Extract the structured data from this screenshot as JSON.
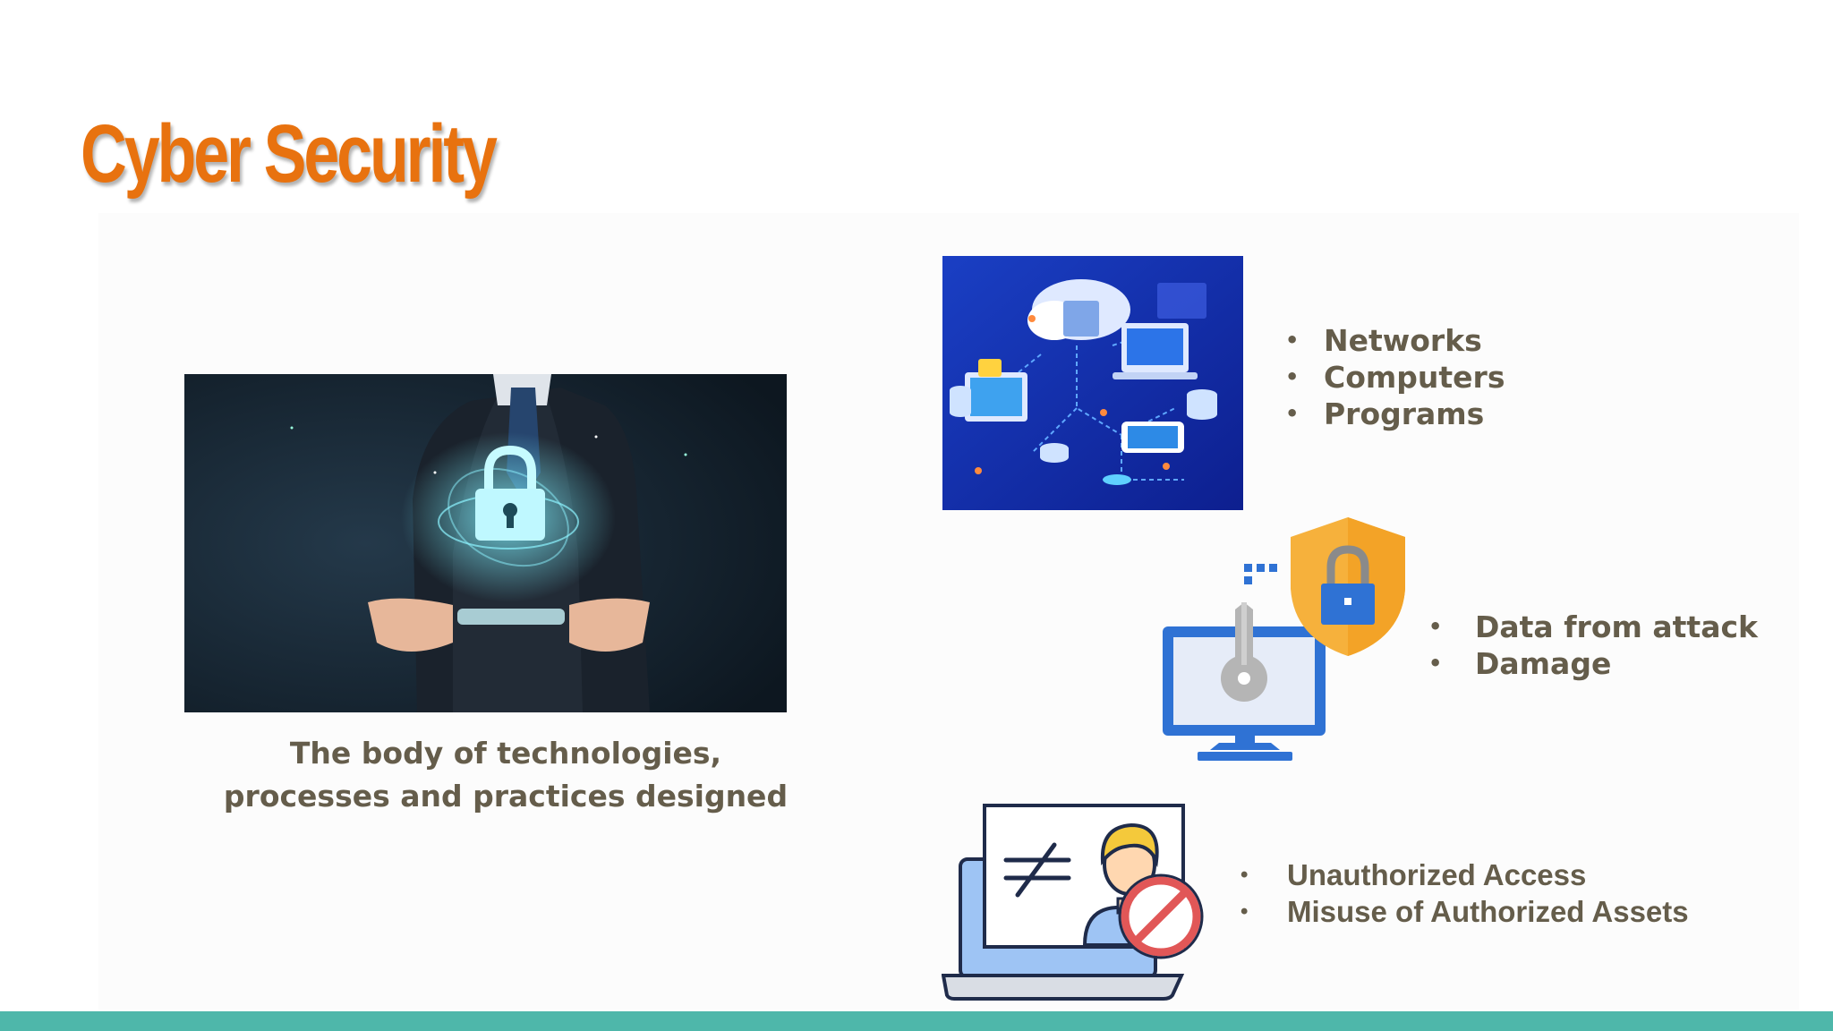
{
  "slide": {
    "title": "Cyber Security",
    "caption_lines": [
      "The body of technologies,",
      "processes and practices designed"
    ],
    "bullet_glyph": "•",
    "groups": [
      {
        "image_icon": "network-cloud-illustration",
        "items": [
          "Networks",
          "Computers",
          "Programs"
        ]
      },
      {
        "image_icon": "monitor-key-shield-icon",
        "items": [
          "Data from attack",
          "Damage"
        ]
      },
      {
        "image_icon": "laptop-user-blocked-icon",
        "items": [
          "Unauthorized Access",
          "Misuse of Authorized Assets"
        ]
      }
    ],
    "hero_image_icon": "businessman-padlock-tablet-photo",
    "colors": {
      "title": "#e8720f",
      "body_text": "#655d4b",
      "footer_bar": "#4eb7aa"
    }
  }
}
